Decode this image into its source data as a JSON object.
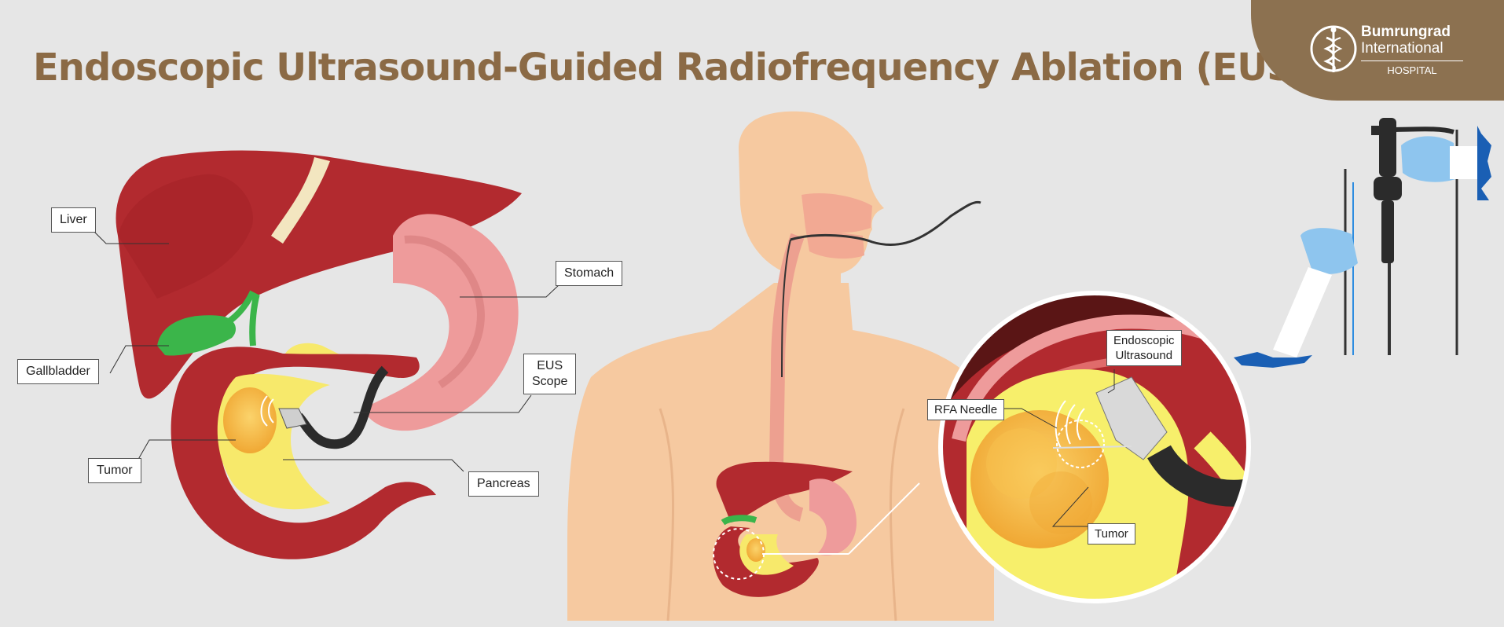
{
  "title": "Endoscopic Ultrasound-Guided Radiofrequency Ablation (EUS-RFA)",
  "logo": {
    "line1": "Bumrungrad",
    "line2": "International",
    "line3": "HOSPITAL"
  },
  "labels": {
    "liver": "Liver",
    "stomach": "Stomach",
    "gallbladder": "Gallbladder",
    "eus_scope_line1": "EUS",
    "eus_scope_line2": "Scope",
    "tumor_left": "Tumor",
    "pancreas": "Pancreas",
    "endoscopic_ultrasound_line1": "Endoscopic",
    "endoscopic_ultrasound_line2": "Ultrasound",
    "rfa_needle": "RFA Needle",
    "tumor_right": "Tumor"
  },
  "colors": {
    "background": "#e6e6e6",
    "title": "#8b6a45",
    "logo_bg": "#8c7150",
    "liver": "#b22a2f",
    "stomach": "#ee9b9b",
    "gallbladder": "#3bb54a",
    "pancreas": "#f7e96b",
    "tumor": "#f3b43a",
    "skin": "#f6c9a0",
    "glove": "#8ec5ee"
  }
}
